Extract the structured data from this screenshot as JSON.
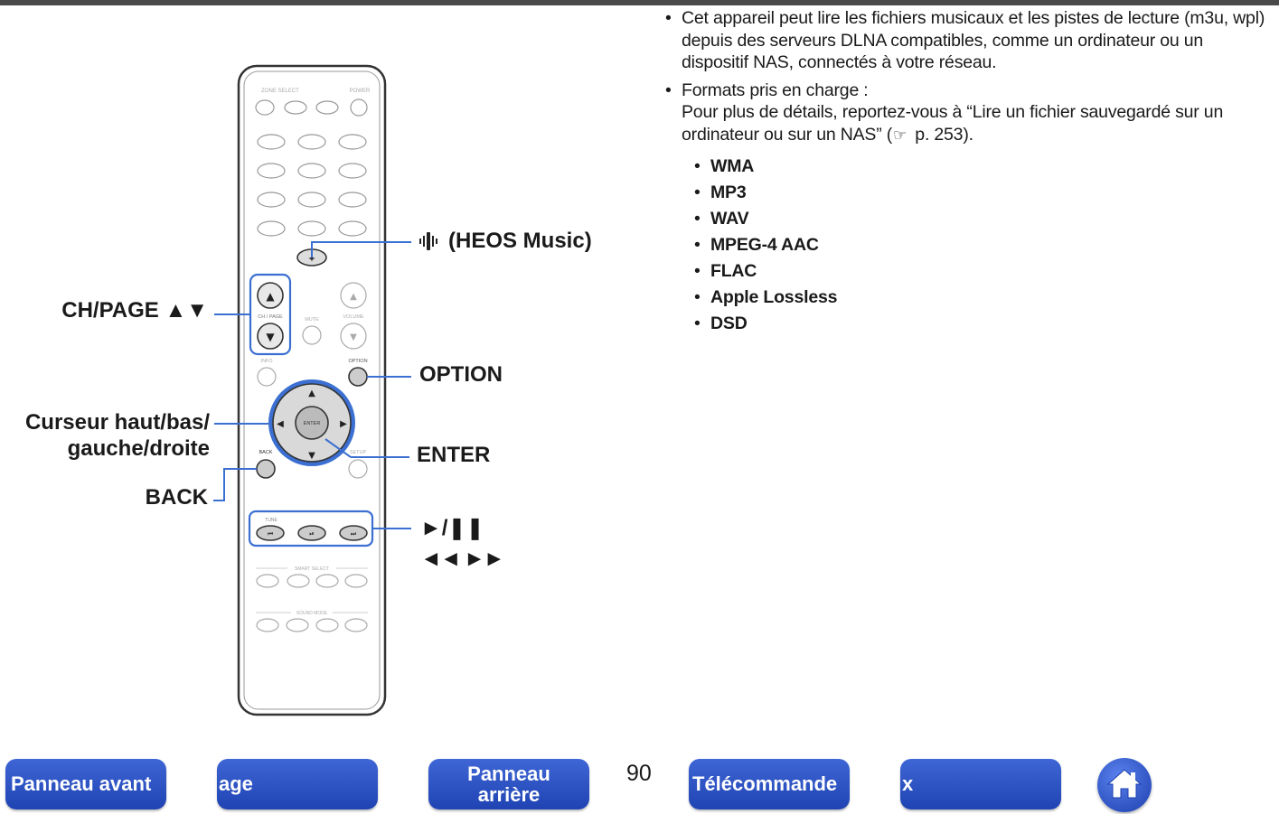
{
  "bullets": [
    {
      "text": "Cet appareil peut lire les fichiers musicaux et les pistes de lecture (m3u, wpl) depuis des serveurs DLNA compatibles, comme un ordinateur ou un dispositif NAS, connectés à votre réseau."
    },
    {
      "heading": "Formats pris en charge :",
      "detail_before": "Pour plus de détails, reportez-vous à “Lire un fichier sauvegardé sur un ordinateur ou sur un NAS” (",
      "detail_after": " p. 253)."
    }
  ],
  "formats": [
    "WMA",
    "MP3",
    "WAV",
    "MPEG-4 AAC",
    "FLAC",
    "Apple Lossless",
    "DSD"
  ],
  "callouts": {
    "heos": "(HEOS Music)",
    "chpage": "CH/PAGE ▲▼",
    "option": "OPTION",
    "cursor_line1": "Curseur haut/bas/",
    "cursor_line2": "gauche/droite",
    "enter": "ENTER",
    "back": "BACK",
    "play": "►/❚❚",
    "skip": "◄◄  ►►"
  },
  "remote": {
    "labels": {
      "zone_select": "ZONE SELECT",
      "power": "POWER",
      "ch_page": "CH / PAGE",
      "mute": "MUTE",
      "volume": "VOLUME",
      "info": "INFO",
      "option": "OPTION",
      "enter": "ENTER",
      "back": "BACK",
      "setup": "SETUP",
      "tune": "TUNE",
      "smart_select": "SMART SELECT",
      "sound_mode": "SOUND MODE"
    }
  },
  "footer": {
    "panneau_avant": "Panneau avant",
    "affichage": "age",
    "panneau_arriere_1": "Panneau",
    "panneau_arriere_2": "arrière",
    "page_number": "90",
    "telecommande": "Télécommande",
    "index": "x"
  },
  "colors": {
    "accent": "#3b6fd1",
    "nav_button": "#2a4fc4",
    "top_rule": "#4a4a4a"
  }
}
